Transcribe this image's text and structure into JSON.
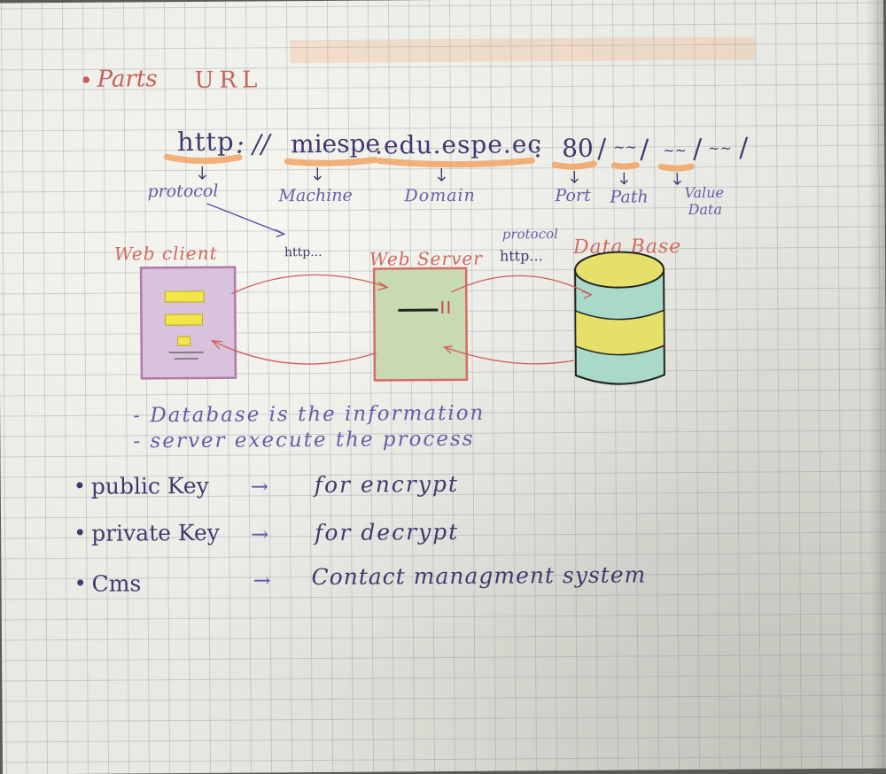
{
  "heading": {
    "bullet": "•",
    "parts": "Parts",
    "url": "URL"
  },
  "url_line": {
    "scheme": "http",
    "sep1": ": //",
    "machine": "miespe",
    "domain": ".edu.espe.ec",
    "colon": ":",
    "port": "80",
    "path_sep1": "/",
    "path_mark1": "~~",
    "path_sep2": "/",
    "path_mark2": "~~",
    "path_sep3": "/",
    "path_mark3": "~~",
    "path_sep4": "/"
  },
  "url_part_labels": {
    "protocol": "protocol",
    "machine": "Machine",
    "domain": "Domain",
    "port": "Port",
    "path": "Path",
    "value_data_1": "Value",
    "value_data_2": "Data"
  },
  "architecture": {
    "web_client": "Web client",
    "web_server": "Web Server",
    "data_base": "Data Base",
    "client_server_protocol": "http...",
    "server_db_protocol_label": "protocol",
    "server_db_protocol": "http..."
  },
  "notes": [
    "- Database is the information",
    "- server execute the process"
  ],
  "definitions": [
    {
      "bullet": "•",
      "term": "public Key",
      "arrow": "→",
      "meaning": "for encrypt"
    },
    {
      "bullet": "•",
      "term": "private Key",
      "arrow": "→",
      "meaning": "for decrypt"
    },
    {
      "bullet": "•",
      "term": "Cms",
      "arrow": "→",
      "meaning": "Contact managment system"
    }
  ],
  "colors": {
    "red_ink": "#c6615a",
    "blue_ink": "#3e3a6e",
    "purple_ink": "#6a5ba8",
    "highlight_orange": "#f2a565",
    "client_box": "#d9c2dc",
    "server_box": "#c8dbb0",
    "db_yellow": "#e4e06a",
    "db_teal": "#a9d9c8"
  }
}
